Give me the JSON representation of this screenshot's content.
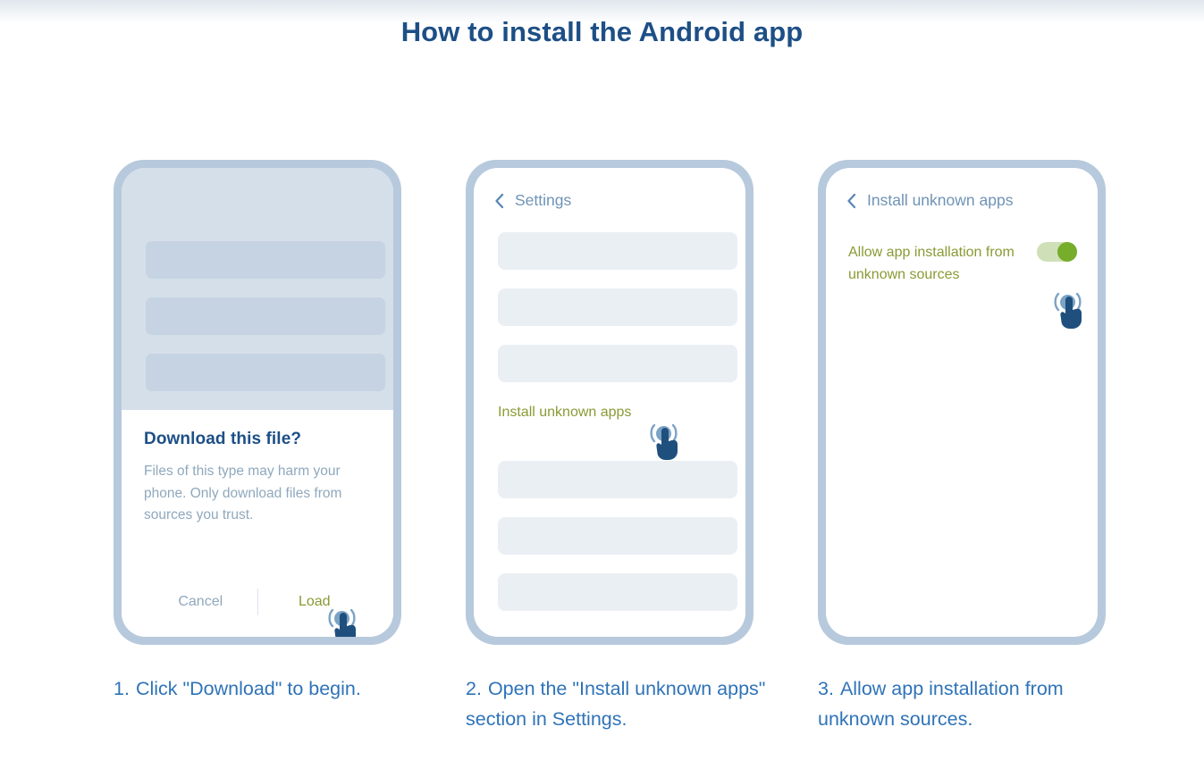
{
  "page": {
    "title": "How to install the Android app",
    "title_color": "#1d4f86",
    "background": "#ffffff"
  },
  "colors": {
    "phone_frame": "#b7c9dc",
    "overlay": "#d5dfea",
    "placeholder_dark": "#c5d3e2",
    "placeholder_light": "#eaeff4",
    "accent_green": "#8a9a34",
    "toggle_track": "#cfe0b8",
    "toggle_knob": "#76ad2b",
    "caption_blue": "#2f73b8",
    "muted_blue": "#8fa8bd",
    "header_blue": "#6f93b6",
    "tap_hand": "#1f4f7d",
    "tap_circle": "#7ba3c6"
  },
  "steps": [
    {
      "number": "1.",
      "caption": "Click \"Download\" to begin.",
      "screen": {
        "kind": "download-dialog",
        "placeholder_rows": 3,
        "dialog": {
          "title": "Download this file?",
          "body": "Files of this type may harm your phone. Only download files from sources you trust.",
          "cancel_label": "Cancel",
          "confirm_label": "Load"
        },
        "tap_target": "confirm-button",
        "tap_icon": "tap-gesture-icon"
      }
    },
    {
      "number": "2.",
      "caption": "Open the \"Install unknown apps\" section in Settings.",
      "screen": {
        "kind": "settings-list",
        "header_title": "Settings",
        "back_icon": "chevron-left-icon",
        "rows_above": 3,
        "highlight_label": "Install unknown apps",
        "rows_below": 3,
        "tap_target": "install-unknown-apps-row",
        "tap_icon": "tap-gesture-icon"
      }
    },
    {
      "number": "3.",
      "caption": "Allow app installation from unknown sources.",
      "screen": {
        "kind": "permission-toggle",
        "header_title": "Install unknown apps",
        "back_icon": "chevron-left-icon",
        "setting_label": "Allow app installation from unknown sources",
        "toggle_state": "on",
        "tap_target": "allow-unknown-sources-toggle",
        "tap_icon": "tap-gesture-icon"
      }
    }
  ]
}
